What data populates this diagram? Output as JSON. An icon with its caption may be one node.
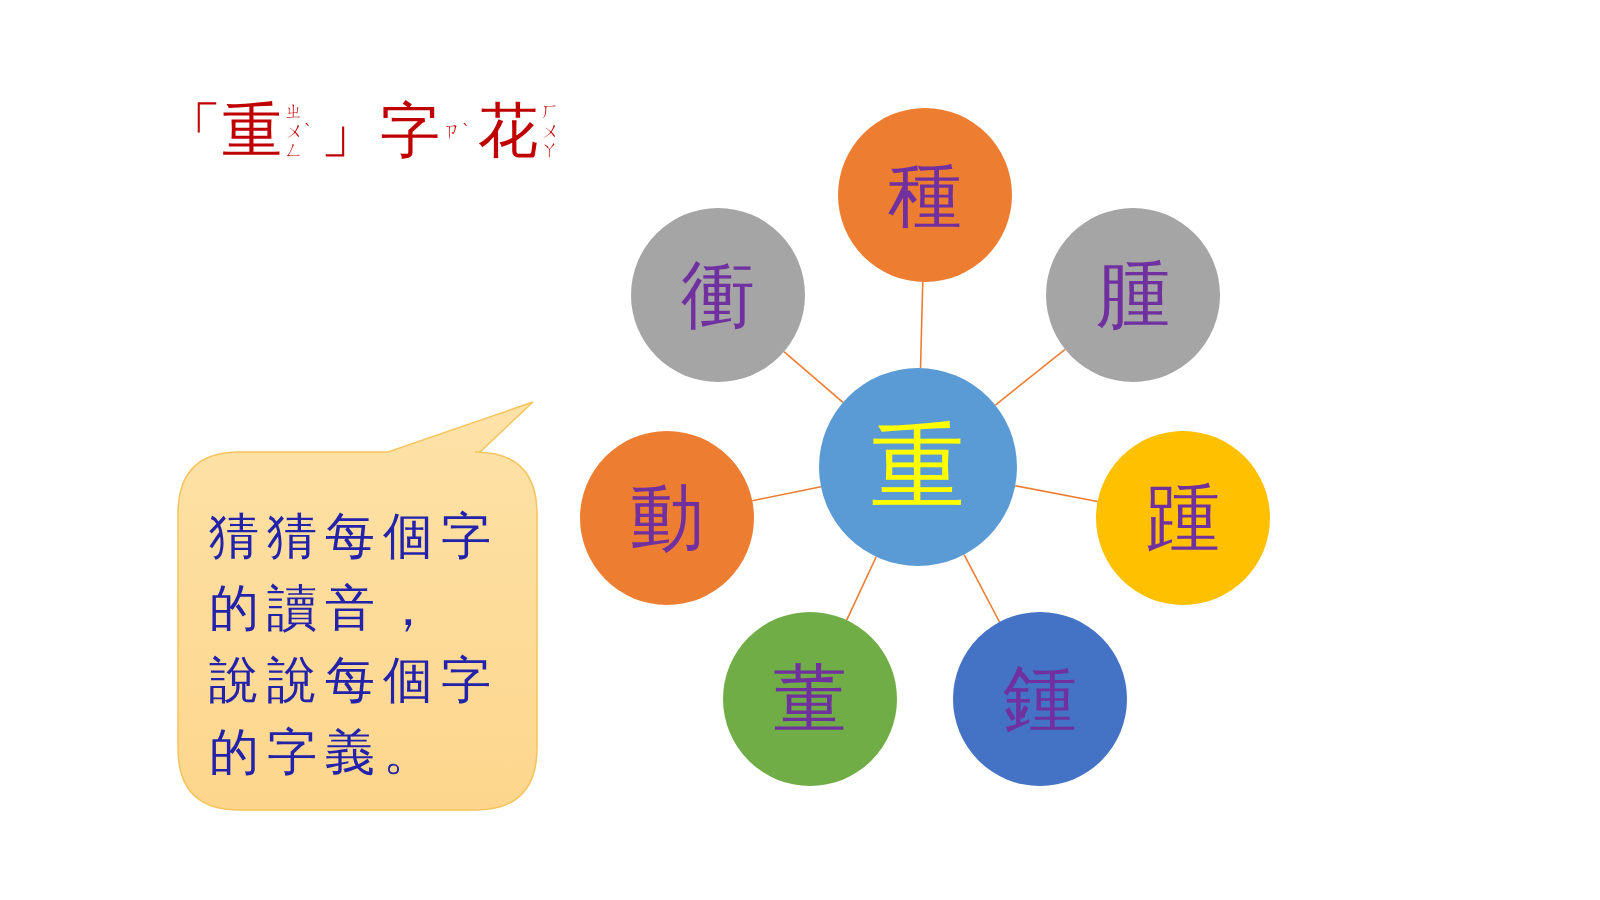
{
  "diagram": {
    "title": "「重ㄓㄨㄥˋ」字ㄗˋ花ㄏㄨㄚ",
    "nodes": [
      {
        "text": [
          "重"
        ]
      },
      {
        "text": [
          "種"
        ]
      },
      {
        "text": [
          "腫"
        ]
      },
      {
        "text": [
          "踵"
        ]
      },
      {
        "text": [
          "鍾"
        ]
      },
      {
        "text": [
          "董"
        ]
      },
      {
        "text": [
          "動"
        ]
      },
      {
        "text": [
          "衝"
        ]
      },
      {
        "text": [
          "猜猜每個字的讀音，",
          "說說每個字的字義。"
        ]
      }
    ],
    "edges": [
      {
        "from": 0,
        "to": 1,
        "arrow": "none"
      },
      {
        "from": 0,
        "to": 2,
        "arrow": "none"
      },
      {
        "from": 0,
        "to": 3,
        "arrow": "none"
      },
      {
        "from": 0,
        "to": 4,
        "arrow": "none"
      },
      {
        "from": 0,
        "to": 5,
        "arrow": "none"
      },
      {
        "from": 0,
        "to": 6,
        "arrow": "none"
      },
      {
        "from": 0,
        "to": 7,
        "arrow": "none"
      }
    ]
  }
}
